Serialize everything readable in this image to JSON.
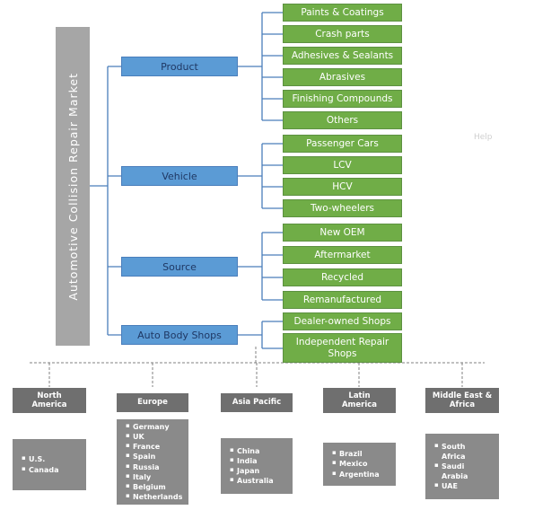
{
  "title": "Automotive  Collision  Repair  Market",
  "colors": {
    "root_fill": "#a6a6a6",
    "branch_fill": "#5b9bd5",
    "leaf_fill": "#70ad47",
    "region_header_fill": "#6f6f6f",
    "region_body_fill": "#8a8a8a",
    "connector": "#4a7ebb",
    "dashed_connector": "#808080"
  },
  "tree": {
    "branches": [
      {
        "label": "Product",
        "children": [
          "Paints & Coatings",
          "Crash parts",
          "Adhesives & Sealants",
          "Abrasives",
          "Finishing Compounds",
          "Others"
        ]
      },
      {
        "label": "Vehicle",
        "children": [
          "Passenger Cars",
          "LCV",
          "HCV",
          "Two-wheelers"
        ]
      },
      {
        "label": "Source",
        "children": [
          "New OEM",
          "Aftermarket",
          "Recycled",
          "Remanufactured"
        ]
      },
      {
        "label": "Auto Body Shops",
        "children": [
          "Dealer-owned Shops",
          "Independent Repair Shops"
        ]
      }
    ]
  },
  "regions": [
    {
      "label": "North America",
      "countries": [
        "U.S.",
        "Canada"
      ]
    },
    {
      "label": "Europe",
      "countries": [
        "Germany",
        "UK",
        "France",
        "Spain",
        "Russia",
        "Italy",
        "Belgium",
        "Netherlands"
      ]
    },
    {
      "label": "Asia Pacific",
      "countries": [
        "China",
        "India",
        "Japan",
        "Australia"
      ]
    },
    {
      "label": "Latin America",
      "countries": [
        "Brazil",
        "Mexico",
        "Argentina"
      ]
    },
    {
      "label": "Middle East & Africa",
      "countries": [
        "South Africa",
        "Saudi Arabia",
        "UAE"
      ]
    }
  ],
  "watermark": "Help"
}
